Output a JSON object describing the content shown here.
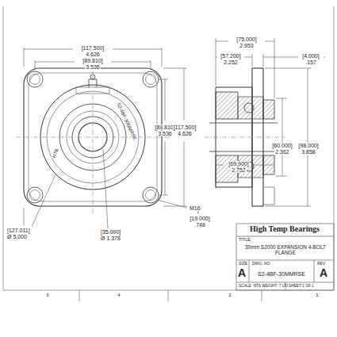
{
  "diagram": {
    "labels": [
      "[117.500]",
      "4.626",
      "[89.810]",
      "3.536",
      "[89.810]",
      "3.536",
      "[117.500]",
      "4.626",
      "M16",
      "[19.000]",
      ".748",
      "[127.011]",
      "Ø 5.000",
      "[35.000]",
      "Ø 1.378",
      "HTB",
      "S2-4BF-30MMRSE",
      "[75.000]",
      "2.953",
      "[57.200]",
      "2.252",
      "[4.000]",
      ".157",
      "[69.900]",
      "2.752",
      "[60.000]",
      "2.362",
      "[98.000]",
      "3.858",
      "High Temp Bearings",
      "TITLE:",
      "30mm S2000 EXPANSION 4-BOLT FLANGE",
      "SIZE",
      "DWG. NO.",
      "REV",
      "A",
      "S2-4BF-30MMRSE",
      "A",
      "SCALE: NTS WEIGHT: 7 LBS",
      "SHEET 1 OF 1",
      "3",
      "4",
      "2",
      "1"
    ]
  }
}
